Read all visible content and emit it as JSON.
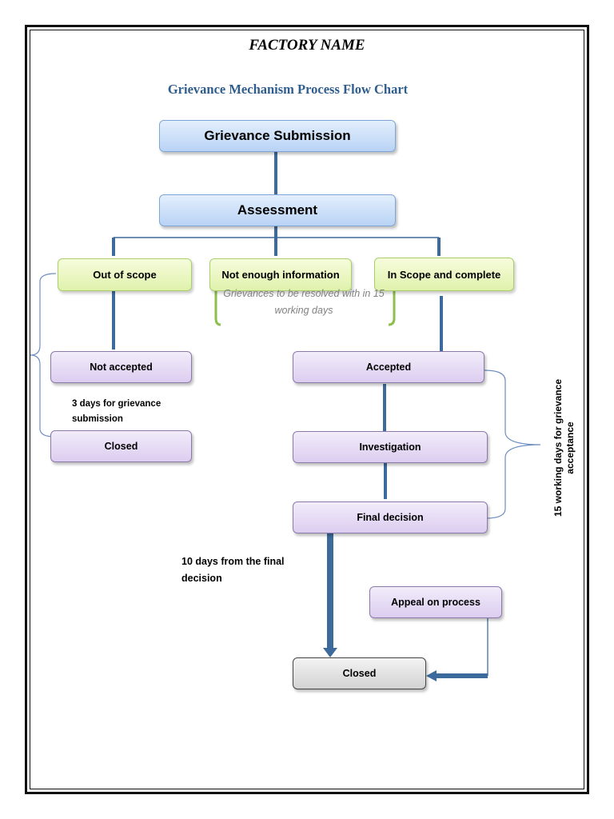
{
  "header": {
    "factory_name": "FACTORY NAME",
    "chart_title": "Grievance Mechanism Process Flow Chart"
  },
  "nodes": {
    "submission": "Grievance Submission",
    "assessment": "Assessment",
    "out_of_scope": "Out of scope",
    "not_enough_info": "Not enough information",
    "in_scope": "In Scope and complete",
    "not_accepted": "Not accepted",
    "closed_left": "Closed",
    "accepted": "Accepted",
    "investigation": "Investigation",
    "final_decision": "Final decision",
    "appeal": "Appeal on process",
    "closed_final": "Closed"
  },
  "notes": {
    "resolve_note": "Grievances to be resolved with in 15 working days",
    "submission_days": "3 days for grievance submission",
    "final_decision_days": "10 days from the final decision",
    "acceptance_days": "15 working days for grievance acceptance"
  },
  "colors": {
    "connector": "#3d6a9c",
    "title": "#2f5d8e",
    "bracket": "#6f8fc0",
    "green_bracket": "#8cbf4c"
  }
}
